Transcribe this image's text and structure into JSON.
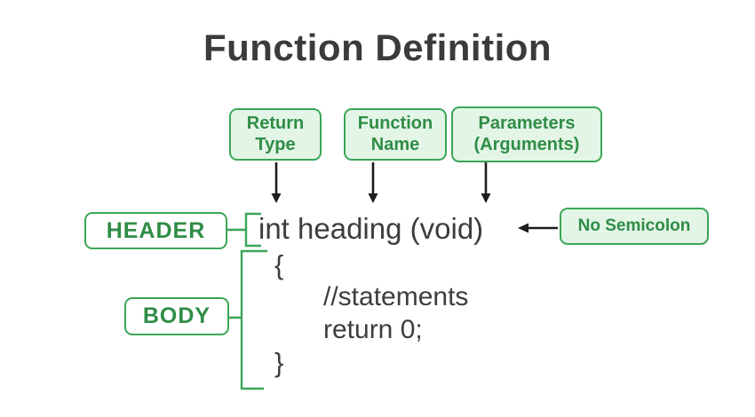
{
  "title": "Function Definition",
  "colors": {
    "green_text": "#2f8d46",
    "green_border": "#3aa657",
    "light_green": "#e3f5e6",
    "code_color": "#3d3d3d",
    "title_color": "#3b3b3b",
    "arrow_color": "#1c1c1c",
    "background": "#ffffff"
  },
  "callouts": [
    {
      "label": "Return Type"
    },
    {
      "label": "Function Name"
    },
    {
      "label": "Parameters (Arguments)"
    }
  ],
  "side_labels": {
    "header": "HEADER",
    "body": "BODY"
  },
  "annotation": {
    "no_semicolon": "No Semicolon"
  },
  "code": {
    "header_line": "int heading (void)",
    "open_brace": "{",
    "comment": "//statements",
    "return_stmt": "return 0;",
    "close_brace": "}"
  }
}
